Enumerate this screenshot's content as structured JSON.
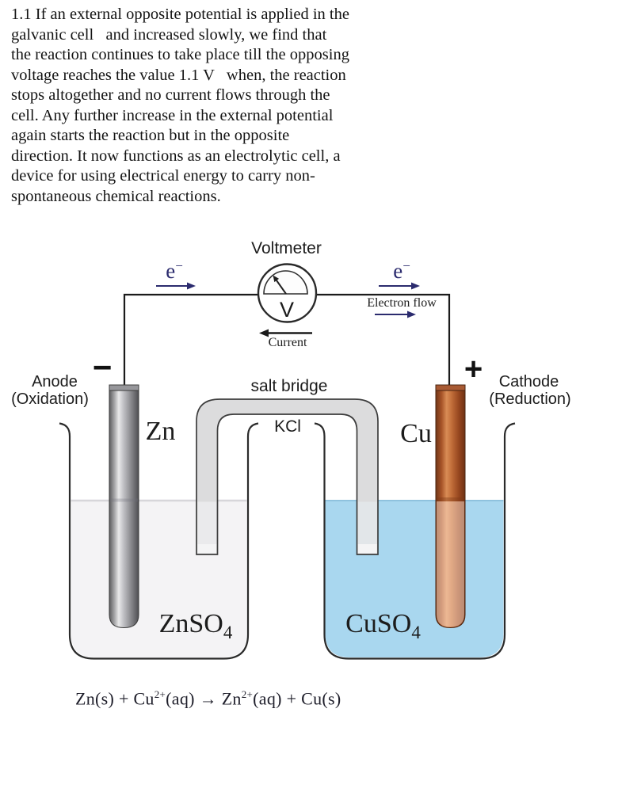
{
  "paragraph": "1.1 If an external opposite potential is applied in the\ngalvanic cell   and increased slowly, we find that\nthe reaction continues to take place till the opposing\nvoltage reaches the value 1.1 V   when, the reaction\nstops altogether and no current flows through the\ncell. Any further increase in the external potential\nagain starts the reaction but in the opposite\ndirection. It now functions as an electrolytic cell, a\ndevice for using electrical energy to carry non-\nspontaneous chemical reactions.",
  "voltmeter": {
    "label": "Voltmeter",
    "symbol": "V",
    "current_label": "Current"
  },
  "electron": {
    "base": "e",
    "superscript": "−",
    "flow_label": "Electron flow"
  },
  "anode": {
    "label": "Anode",
    "sublabel": "(Oxidation)",
    "sign": "−",
    "electrode": "Zn",
    "solution_base": "ZnSO",
    "solution_sub": "4"
  },
  "cathode": {
    "label": "Cathode",
    "sublabel": "(Reduction)",
    "sign": "+",
    "electrode": "Cu",
    "solution_base": "CuSO",
    "solution_sub": "4"
  },
  "salt_bridge": {
    "label": "salt bridge",
    "contents": "KCl"
  },
  "equation": {
    "parts": [
      "Zn(s) + Cu",
      "2+",
      "(aq) → Zn",
      "2+",
      "(aq) + Cu(s)"
    ]
  },
  "colors": {
    "zinc_solution": "#f4f3f5",
    "copper_solution": "#a9d7ef",
    "salt_bridge": "#dcdcdd",
    "electron_arrow": "#2b2b6e"
  }
}
